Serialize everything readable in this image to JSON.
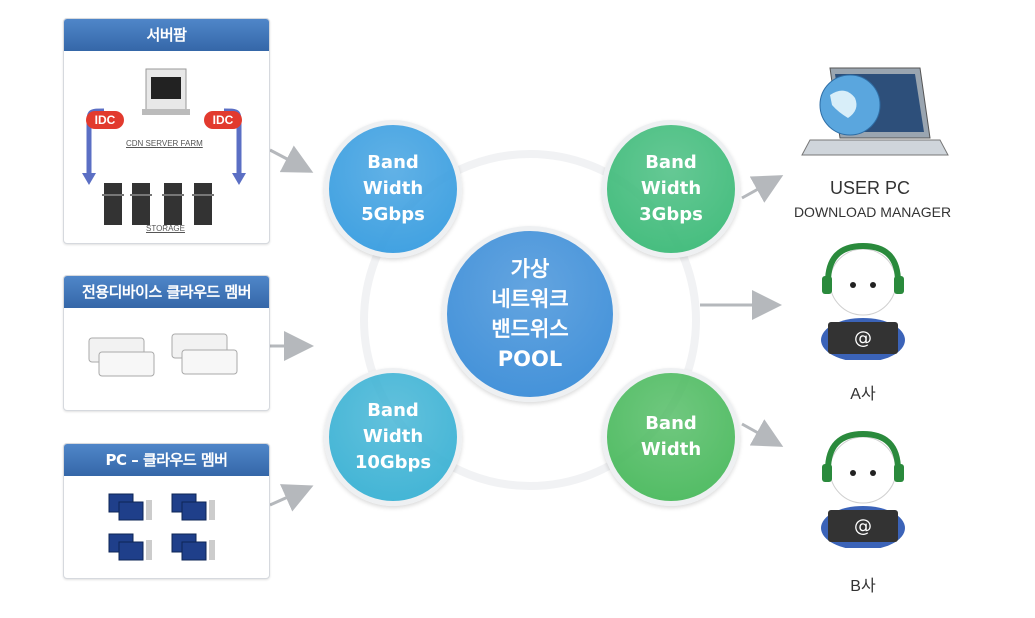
{
  "cards": [
    {
      "title": "서버팜",
      "idc_left": "IDC",
      "idc_right": "IDC",
      "caption1": "CDN SERVER FARM",
      "caption2": "STORAGE"
    },
    {
      "title": "전용디바이스 클라우드 멤버"
    },
    {
      "title": "PC – 클라우드 멤버"
    }
  ],
  "center": {
    "text": "가상\n네트워크\n밴드위스\nPOOL",
    "color": "#3d8ed8"
  },
  "bandwidth": [
    {
      "text": "Band\nWidth\n5Gbps",
      "color": "#3a9ee0"
    },
    {
      "text": "Band\nWidth\n3Gbps",
      "color": "#3fbb7a"
    },
    {
      "text": "Band\nWidth\n10Gbps",
      "color": "#3cb2d4"
    },
    {
      "text": "Band\nWidth",
      "color": "#4cba5f"
    }
  ],
  "targets": {
    "user_pc_line1": "USER PC",
    "user_pc_line2": "DOWNLOAD MANAGER",
    "company_a": "A사",
    "company_b": "B사"
  },
  "icon_names": [
    "server-farm-icon",
    "storage-server-icon",
    "device-icon",
    "pc-icon",
    "laptop-globe-icon",
    "operator-icon"
  ]
}
